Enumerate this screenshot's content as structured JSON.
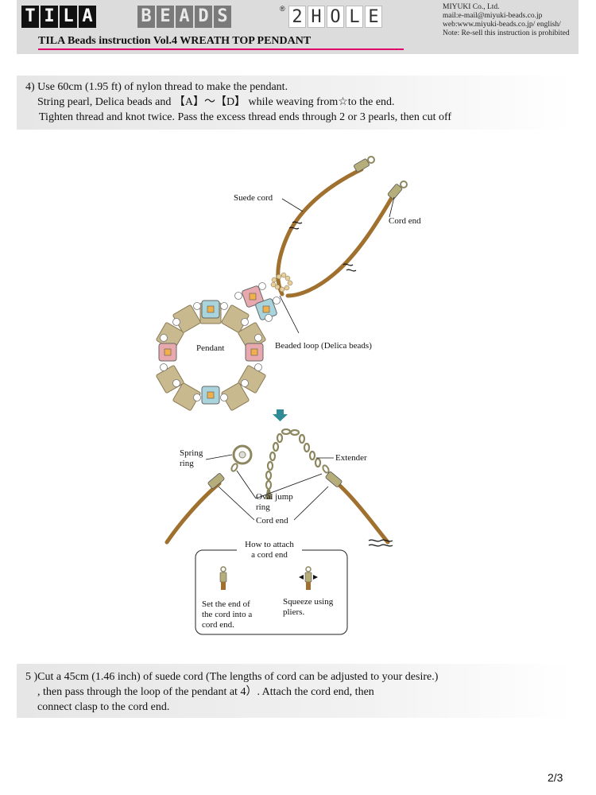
{
  "header": {
    "logo_tila": [
      "T",
      "I",
      "L",
      "A"
    ],
    "logo_beads": [
      "B",
      "E",
      "A",
      "D",
      "S"
    ],
    "logo_2hole": [
      "2",
      "H",
      "O",
      "L",
      "E"
    ],
    "registered": "®",
    "company": [
      "MIYUKI Co., Ltd.",
      "mail:e-mail@miyuki-beads.co.jp",
      "web:www.miyuki-beads.co.jp/ english/",
      "Note: Re-sell this instruction is prohibited"
    ],
    "title": "TILA Beads instruction Vol.4 WREATH TOP PENDANT"
  },
  "step4": {
    "lines": [
      "4) Use 60cm (1.95 ft) of nylon thread to make the pendant.",
      "String pearl, Delica beads and 【A】～【D】 while weaving from☆to the end.",
      "Tighten thread and knot twice. Pass the excess thread ends through 2 or 3 pearls, then cut off"
    ]
  },
  "labels": {
    "suede_cord": "Suede  cord",
    "cord_end": "Cord end",
    "pendant": "Pendant",
    "beaded_loop": "Beaded loop (Delica beads)",
    "spring_ring": [
      "Spring",
      "ring"
    ],
    "extender": "Extender",
    "oval_jump_ring": [
      "Oval jump",
      "ring"
    ],
    "cord_end_2": "Cord end",
    "how_to_title": [
      "How to attach",
      "a cord end"
    ],
    "set_end": [
      "Set the end of",
      "the cord into a",
      "cord end."
    ],
    "squeeze": [
      "Squeeze using",
      "pliers."
    ]
  },
  "step5": {
    "lines": [
      "5 )Cut a 45cm (1.46 inch) of suede cord (The lengths of cord can be adjusted to your desire.)",
      ", then pass through the loop of the pendant at 4）. Attach the cord end, then",
      "connect clasp to the cord end."
    ]
  },
  "page": "2/3",
  "colors": {
    "cord": "#a0702f",
    "metal": "#a8a070",
    "tila": "#c9b98f",
    "pink": "#e8a9ae",
    "blue": "#a9d4dc",
    "arrow": "#2f8b96",
    "accent": "#e0006a"
  }
}
